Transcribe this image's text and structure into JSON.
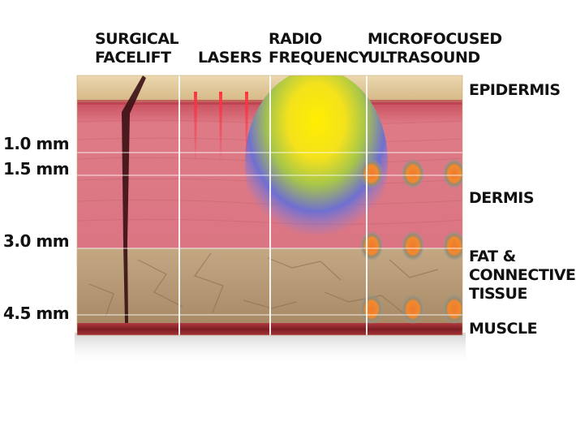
{
  "columns": [
    {
      "id": "surgical",
      "lines": [
        "SURGICAL",
        "FACELIFT"
      ]
    },
    {
      "id": "lasers",
      "lines": [
        "",
        "LASERS"
      ]
    },
    {
      "id": "radio",
      "lines": [
        "RADIO",
        "FREQUENCY"
      ]
    },
    {
      "id": "ultrasound",
      "lines": [
        "MICROFOCUSED",
        "ULTRASOUND"
      ]
    }
  ],
  "depth_labels": [
    "1.0 mm",
    "1.5 mm",
    "3.0 mm",
    "4.5 mm"
  ],
  "layer_labels": {
    "epidermis": "EPIDERMIS",
    "dermis": "DERMIS",
    "fat": [
      "FAT &",
      "CONNECTIVE",
      "TISSUE"
    ],
    "muscle": "MUSCLE"
  },
  "colors": {
    "epidermis": "#dcc295",
    "dermis": "#d8707c",
    "fat": "#b89c78",
    "muscle": "#922a30",
    "laser": "#f0202c",
    "ultrasound_dot": "#f07a2c"
  }
}
